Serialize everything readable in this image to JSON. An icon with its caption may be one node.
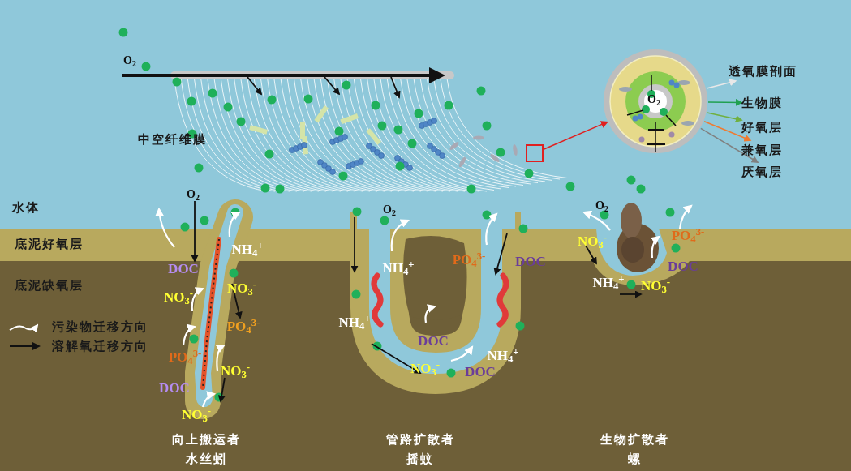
{
  "diagram": {
    "nodes": [
      {
        "text": [],
        "shape": "box"
      },
      {
        "text": [
          "O$_{2}$"
        ]
      },
      {
        "text": [
          "透氧膜剖面"
        ]
      },
      {
        "text": [
          "生物膜"
        ]
      },
      {
        "text": [
          "好氧层"
        ]
      },
      {
        "text": [
          "兼氧层"
        ]
      },
      {
        "text": [
          "厌氧层"
        ]
      }
    ],
    "edges": [
      {
        "from": 0,
        "to": 1,
        "arrow": "to",
        "color": "#e02020"
      },
      {
        "from": 1,
        "to": 2,
        "arrow": "to",
        "color": "#e8e8e8"
      },
      {
        "from": 1,
        "to": 3,
        "arrow": "to",
        "color": "#20a050"
      },
      {
        "from": 1,
        "to": 4,
        "arrow": "to",
        "color": "#70b040"
      },
      {
        "from": 1,
        "to": 5,
        "arrow": "to",
        "color": "#f07a30"
      },
      {
        "from": 1,
        "to": 6,
        "arrow": "to",
        "color": "#808080"
      }
    ],
    "labels": [
      "O$_{2}$",
      "中空纤维膜",
      "水体",
      "O$_{2}$",
      "O$_{2}$",
      "O$_{2}$",
      "底泥好氧层",
      "NH$_{4}$$^{+}$",
      "NO$_{3}$$^{-}$",
      "PO$_{4}$$^{3-}$",
      "DOC",
      "NH$_{4}$$^{+}$",
      "PO$_{4}$$^{3-}$",
      "DOC",
      "DOC",
      "底泥缺氧层",
      "NO$_{3}$$^{-}$",
      "NH$_{4}$$^{+}$",
      "NO$_{3}$$^{-}$",
      "NO$_{3}$$^{-}$",
      "PO$_{4}$$^{3-}$",
      "NH$_{4}$$^{+}$",
      "DOC",
      "PO$_{4}$$^{3-}$",
      "NH$_{4}$$^{+}$",
      "NO$_{3}$$^{-}$",
      "NO$_{3}$$^{-}$",
      "DOC",
      "DOC",
      "NO$_{3}$$^{-}$",
      "向上搬运者",
      "管路扩散者",
      "生物扩散者",
      "水丝蚓",
      "摇蚊",
      "螺"
    ],
    "legend": [
      {
        "text": "污染物迁移方向"
      },
      {
        "text": "溶解氧迁移方向"
      }
    ]
  }
}
